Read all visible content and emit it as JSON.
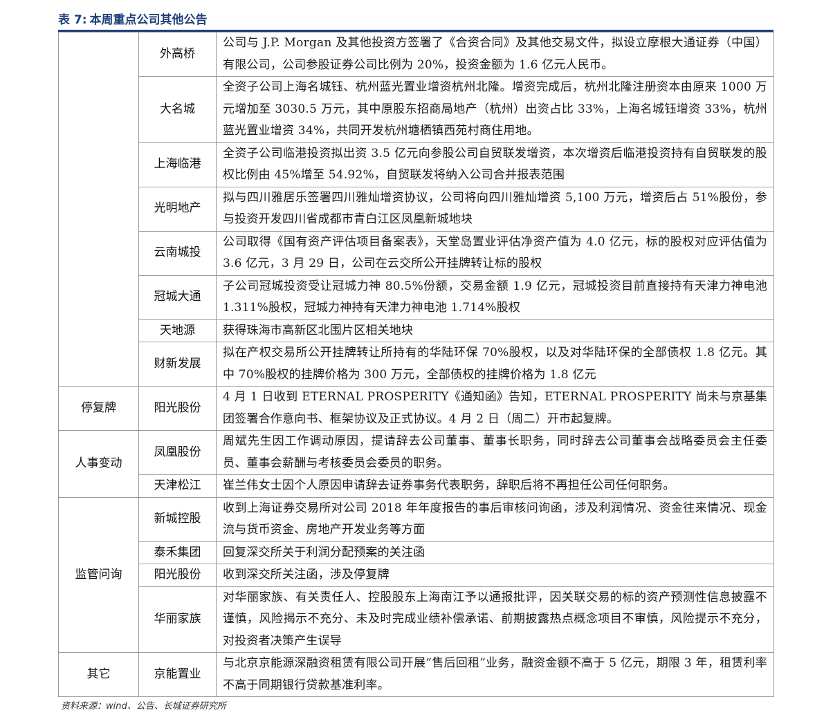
{
  "title": {
    "label": "表 7:",
    "text": "本周重点公司其他公告"
  },
  "rows": [
    {
      "company": "外高桥",
      "desc": "公司与 J.P. Morgan 及其他投资方签署了《合资合同》及其他交易文件，拟设立摩根大通证券（中国）有限公司，公司参股证券公司比例为 20%，投资金额为 1.6 亿元人民币。"
    },
    {
      "company": "大名城",
      "desc": "全资子公司上海名城钰、杭州蓝光置业增资杭州北隆。增资完成后，杭州北隆注册资本由原来 1000 万元增加至 3030.5 万元，其中原股东招商局地产（杭州）出资占比 33%，上海名城钰增资 33%，杭州蓝光置业增资 34%，共同开发杭州塘栖镇西苑村商住用地。"
    },
    {
      "company": "上海临港",
      "desc": "全资子公司临港投资拟出资 3.5 亿元向参股公司自贸联发增资，本次增资后临港投资持有自贸联发的股权比例由 45%增至 54.92%，自贸联发将纳入公司合并报表范围"
    },
    {
      "company": "光明地产",
      "desc": "拟与四川雅居乐签署四川雅灿增资协议，公司将向四川雅灿增资 5,100 万元，增资后占 51%股份，参与投资开发四川省成都市青白江区凤凰新城地块"
    },
    {
      "company": "云南城投",
      "desc": "公司取得《国有资产评估项目备案表》，天堂岛置业评估净资产值为 4.0 亿元，标的股权对应评估值为 3.6 亿元，3 月 29 日，公司在云交所公开挂牌转让标的股权"
    },
    {
      "company": "冠城大通",
      "desc": "子公司冠城投资受让冠城力神 80.5%份额，交易金额 1.9 亿元，冠城投资目前直接持有天津力神电池 1.311%股权，冠城力神持有天津力神电池 1.714%股权"
    },
    {
      "company": "天地源",
      "desc": "获得珠海市高新区北围片区相关地块"
    },
    {
      "company": "财新发展",
      "desc": "拟在产权交易所公开挂牌转让所持有的华陆环保 70%股权，以及对华陆环保的全部债权 1.8 亿元。其中 70%股权的挂牌价格为 300 万元，全部债权的挂牌价格为 1.8 亿元"
    },
    {
      "category": "停复牌",
      "company": "阳光股份",
      "desc": "4 月 1 日收到 ETERNAL PROSPERITY《通知函》告知，ETERNAL PROSPERITY 尚未与京基集团签署合作意向书、框架协议及正式协议。4 月 2 日（周二）开市起复牌。"
    },
    {
      "category": "人事变动",
      "company": "凤凰股份",
      "desc": "周斌先生因工作调动原因，提请辞去公司董事、董事长职务，同时辞去公司董事会战略委员会主任委员、董事会薪酬与考核委员会委员的职务。"
    },
    {
      "company": "天津松江",
      "desc": "崔兰伟女士因个人原因申请辞去证券事务代表职务，辞职后将不再担任公司任何职务。"
    },
    {
      "category": "监管问询",
      "company": "新城控股",
      "desc": "收到上海证券交易所对公司 2018 年年度报告的事后审核问询函，涉及利润情况、资金往来情况、现金流与货币资金、房地产开发业务等方面"
    },
    {
      "company": "泰禾集团",
      "desc": "回复深交所关于利润分配预案的关注函"
    },
    {
      "company": "阳光股份",
      "desc": "收到深交所关注函，涉及停复牌"
    },
    {
      "company": "华丽家族",
      "desc": "对华丽家族、有关责任人、控股股东上海南江予以通报批评，因关联交易的标的资产预测性信息披露不谨慎，风险揭示不充分、未及时完成业绩补偿承诺、前期披露热点概念项目不审慎，风险提示不充分，对投资者决策产生误导"
    },
    {
      "category": "其它",
      "company": "京能置业",
      "desc": "与北京京能源深融资租赁有限公司开展“售后回租”业务，融资金额不高于 5 亿元，期限 3 年，租赁利率不高于同期银行贷款基准利率。"
    }
  ],
  "footer": "资料来源：wind、公告、长城证券研究所"
}
